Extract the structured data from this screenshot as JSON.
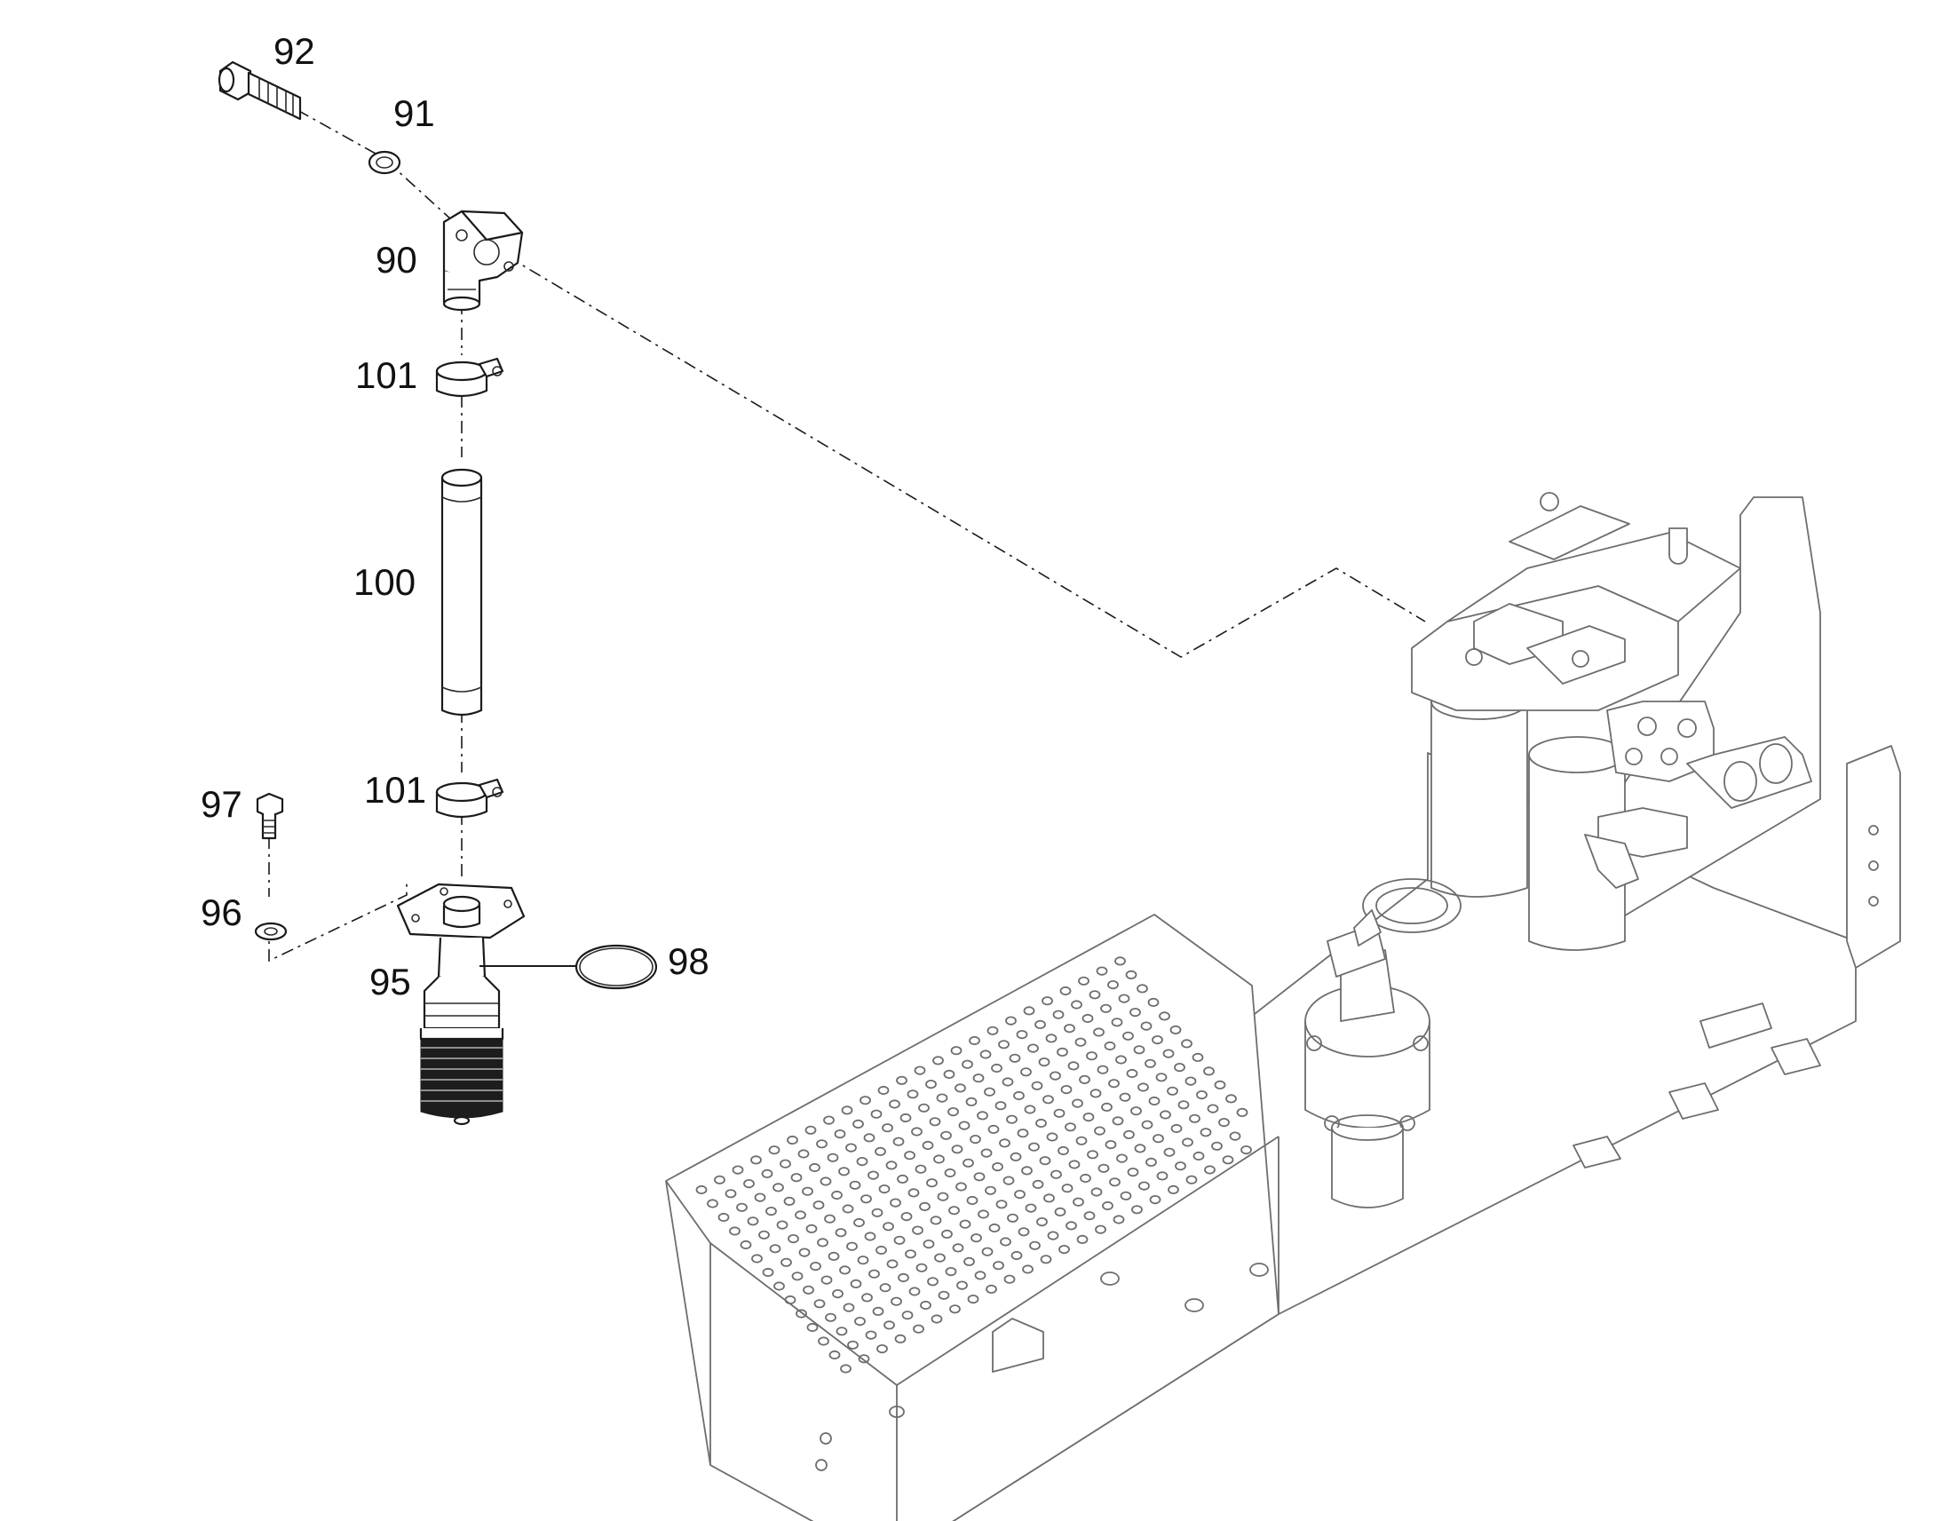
{
  "callouts": [
    {
      "id": "92",
      "label": "92"
    },
    {
      "id": "91",
      "label": "91"
    },
    {
      "id": "90",
      "label": "90"
    },
    {
      "id": "101a",
      "label": "101"
    },
    {
      "id": "100",
      "label": "100"
    },
    {
      "id": "101b",
      "label": "101"
    },
    {
      "id": "97",
      "label": "97"
    },
    {
      "id": "96",
      "label": "96"
    },
    {
      "id": "95",
      "label": "95"
    },
    {
      "id": "98",
      "label": "98"
    }
  ],
  "colors": {
    "line": "#1a1a1a",
    "assembly": "#6d6d6d",
    "background": "#ffffff"
  }
}
